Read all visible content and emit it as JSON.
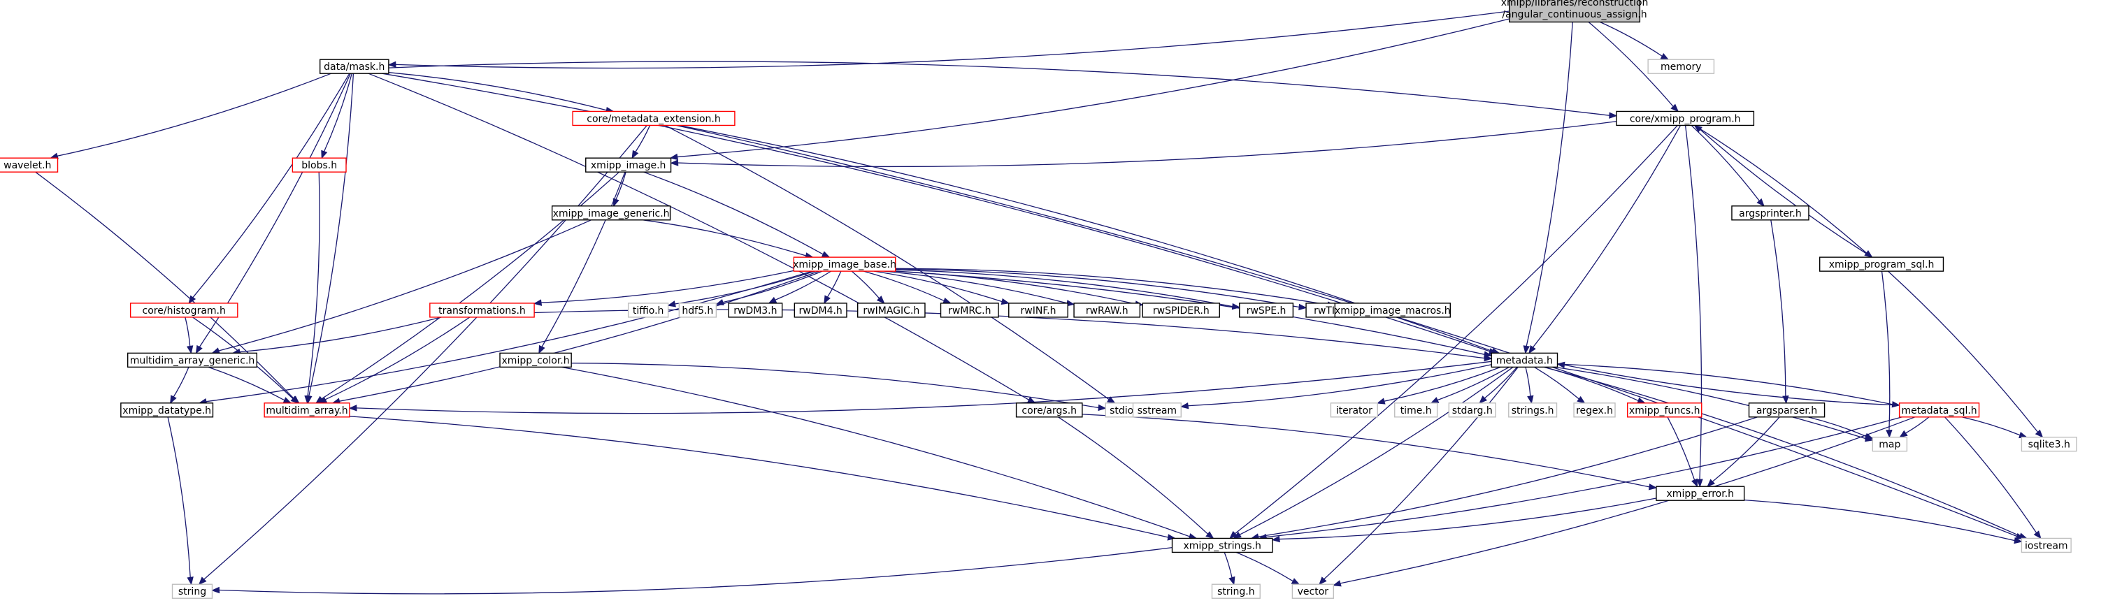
{
  "diagram": {
    "nodes": [
      {
        "id": "root",
        "lines": [
          "xmipp/libraries/reconstruction",
          "/angular_continuous_assign.h"
        ],
        "style": "root"
      },
      {
        "id": "mask",
        "lines": [
          "data/mask.h"
        ],
        "style": "normal"
      },
      {
        "id": "memory",
        "lines": [
          "memory"
        ],
        "style": "gray"
      },
      {
        "id": "metaext",
        "lines": [
          "core/metadata_extension.h"
        ],
        "style": "red"
      },
      {
        "id": "xprog",
        "lines": [
          "core/xmipp_program.h"
        ],
        "style": "normal"
      },
      {
        "id": "wavelet",
        "lines": [
          "wavelet.h"
        ],
        "style": "red"
      },
      {
        "id": "blobs",
        "lines": [
          "blobs.h"
        ],
        "style": "red"
      },
      {
        "id": "ximage",
        "lines": [
          "xmipp_image.h"
        ],
        "style": "normal"
      },
      {
        "id": "ximggen",
        "lines": [
          "xmipp_image_generic.h"
        ],
        "style": "normal"
      },
      {
        "id": "argsprinter",
        "lines": [
          "argsprinter.h"
        ],
        "style": "normal"
      },
      {
        "id": "xprogsql",
        "lines": [
          "xmipp_program_sql.h"
        ],
        "style": "normal"
      },
      {
        "id": "histogram",
        "lines": [
          "core/histogram.h"
        ],
        "style": "red"
      },
      {
        "id": "imgbase",
        "lines": [
          "xmipp_image_base.h"
        ],
        "style": "red"
      },
      {
        "id": "transformations",
        "lines": [
          "transformations.h"
        ],
        "style": "red"
      },
      {
        "id": "tiffio",
        "lines": [
          "tiffio.h"
        ],
        "style": "gray"
      },
      {
        "id": "hdf5",
        "lines": [
          "hdf5.h"
        ],
        "style": "gray"
      },
      {
        "id": "rwdm3",
        "lines": [
          "rwDM3.h"
        ],
        "style": "normal"
      },
      {
        "id": "rwdm4",
        "lines": [
          "rwDM4.h"
        ],
        "style": "normal"
      },
      {
        "id": "rwimagic",
        "lines": [
          "rwIMAGIC.h"
        ],
        "style": "normal"
      },
      {
        "id": "rwmrc",
        "lines": [
          "rwMRC.h"
        ],
        "style": "normal"
      },
      {
        "id": "rwinf",
        "lines": [
          "rwINF.h"
        ],
        "style": "normal"
      },
      {
        "id": "rwraw",
        "lines": [
          "rwRAW.h"
        ],
        "style": "normal"
      },
      {
        "id": "rwspider",
        "lines": [
          "rwSPIDER.h"
        ],
        "style": "normal"
      },
      {
        "id": "rwspe",
        "lines": [
          "rwSPE.h"
        ],
        "style": "normal"
      },
      {
        "id": "rwtia",
        "lines": [
          "rwTIA.h"
        ],
        "style": "normal"
      },
      {
        "id": "macros",
        "lines": [
          "xmipp_image_macros.h"
        ],
        "style": "normal"
      },
      {
        "id": "mag",
        "lines": [
          "multidim_array_generic.h"
        ],
        "style": "normal"
      },
      {
        "id": "color",
        "lines": [
          "xmipp_color.h"
        ],
        "style": "normal"
      },
      {
        "id": "metadata",
        "lines": [
          "metadata.h"
        ],
        "style": "normal"
      },
      {
        "id": "datatype",
        "lines": [
          "xmipp_datatype.h"
        ],
        "style": "normal"
      },
      {
        "id": "mda",
        "lines": [
          "multidim_array.h"
        ],
        "style": "red"
      },
      {
        "id": "coreargs",
        "lines": [
          "core/args.h"
        ],
        "style": "normal"
      },
      {
        "id": "stdio",
        "lines": [
          "stdio.h"
        ],
        "style": "gray"
      },
      {
        "id": "sstream",
        "lines": [
          "sstream"
        ],
        "style": "gray"
      },
      {
        "id": "iterator",
        "lines": [
          "iterator"
        ],
        "style": "gray"
      },
      {
        "id": "timeh",
        "lines": [
          "time.h"
        ],
        "style": "gray"
      },
      {
        "id": "stdarg",
        "lines": [
          "stdarg.h"
        ],
        "style": "gray"
      },
      {
        "id": "strings",
        "lines": [
          "strings.h"
        ],
        "style": "gray"
      },
      {
        "id": "regex",
        "lines": [
          "regex.h"
        ],
        "style": "gray"
      },
      {
        "id": "funcs",
        "lines": [
          "xmipp_funcs.h"
        ],
        "style": "red"
      },
      {
        "id": "argsparser",
        "lines": [
          "argsparser.h"
        ],
        "style": "normal"
      },
      {
        "id": "mdsql",
        "lines": [
          "metadata_sql.h"
        ],
        "style": "red"
      },
      {
        "id": "sqlite",
        "lines": [
          "sqlite3.h"
        ],
        "style": "gray"
      },
      {
        "id": "xerror",
        "lines": [
          "xmipp_error.h"
        ],
        "style": "normal"
      },
      {
        "id": "map",
        "lines": [
          "map"
        ],
        "style": "gray"
      },
      {
        "id": "iostream",
        "lines": [
          "iostream"
        ],
        "style": "gray"
      },
      {
        "id": "xstrings",
        "lines": [
          "xmipp_strings.h"
        ],
        "style": "normal"
      },
      {
        "id": "stringh",
        "lines": [
          "string.h"
        ],
        "style": "gray"
      },
      {
        "id": "vector",
        "lines": [
          "vector"
        ],
        "style": "gray"
      },
      {
        "id": "string",
        "lines": [
          "string"
        ],
        "style": "gray"
      }
    ],
    "edges": [
      [
        "root",
        "mask"
      ],
      [
        "root",
        "memory"
      ],
      [
        "root",
        "xprog"
      ],
      [
        "root",
        "ximage"
      ],
      [
        "root",
        "metadata"
      ],
      [
        "mask",
        "metaext"
      ],
      [
        "mask",
        "xprog"
      ],
      [
        "mask",
        "wavelet"
      ],
      [
        "mask",
        "blobs"
      ],
      [
        "mask",
        "histogram"
      ],
      [
        "mask",
        "mag"
      ],
      [
        "mask",
        "mda"
      ],
      [
        "mask",
        "coreargs"
      ],
      [
        "mask",
        "metadata"
      ],
      [
        "metaext",
        "ximage"
      ],
      [
        "metaext",
        "metadata"
      ],
      [
        "metaext",
        "string"
      ],
      [
        "metaext",
        "stdio"
      ],
      [
        "metaext",
        "iostream"
      ],
      [
        "xprog",
        "ximage"
      ],
      [
        "xprog",
        "argsprinter"
      ],
      [
        "xprog",
        "xprogsql"
      ],
      [
        "xprog",
        "metadata"
      ],
      [
        "xprog",
        "xstrings"
      ],
      [
        "xprog",
        "xerror"
      ],
      [
        "xprogsql",
        "xprog"
      ],
      [
        "xprogsql",
        "map"
      ],
      [
        "xprogsql",
        "sqlite"
      ],
      [
        "wavelet",
        "mda"
      ],
      [
        "blobs",
        "mda"
      ],
      [
        "ximage",
        "ximggen"
      ],
      [
        "ximage",
        "imgbase"
      ],
      [
        "ximage",
        "color"
      ],
      [
        "ximage",
        "mda"
      ],
      [
        "ximggen",
        "imgbase"
      ],
      [
        "ximggen",
        "mag"
      ],
      [
        "argsprinter",
        "argsparser"
      ],
      [
        "histogram",
        "mag"
      ],
      [
        "histogram",
        "mda"
      ],
      [
        "imgbase",
        "transformations"
      ],
      [
        "imgbase",
        "tiffio"
      ],
      [
        "imgbase",
        "hdf5"
      ],
      [
        "imgbase",
        "rwdm3"
      ],
      [
        "imgbase",
        "rwdm4"
      ],
      [
        "imgbase",
        "rwimagic"
      ],
      [
        "imgbase",
        "rwmrc"
      ],
      [
        "imgbase",
        "rwinf"
      ],
      [
        "imgbase",
        "rwraw"
      ],
      [
        "imgbase",
        "rwspider"
      ],
      [
        "imgbase",
        "rwspe"
      ],
      [
        "imgbase",
        "rwtia"
      ],
      [
        "imgbase",
        "macros"
      ],
      [
        "imgbase",
        "metadata"
      ],
      [
        "imgbase",
        "mda"
      ],
      [
        "imgbase",
        "datatype"
      ],
      [
        "transformations",
        "mag"
      ],
      [
        "transformations",
        "mda"
      ],
      [
        "transformations",
        "metadata"
      ],
      [
        "mag",
        "mda"
      ],
      [
        "mag",
        "datatype"
      ],
      [
        "color",
        "stdio"
      ],
      [
        "color",
        "xstrings"
      ],
      [
        "metadata",
        "sstream"
      ],
      [
        "metadata",
        "iterator"
      ],
      [
        "metadata",
        "timeh"
      ],
      [
        "metadata",
        "stdarg"
      ],
      [
        "metadata",
        "strings"
      ],
      [
        "metadata",
        "regex"
      ],
      [
        "metadata",
        "funcs"
      ],
      [
        "metadata",
        "mdsql"
      ],
      [
        "metadata",
        "map"
      ],
      [
        "metadata",
        "iostream"
      ],
      [
        "metadata",
        "xstrings"
      ],
      [
        "metadata",
        "vector"
      ],
      [
        "metadata",
        "mda"
      ],
      [
        "datatype",
        "string"
      ],
      [
        "mda",
        "xstrings"
      ],
      [
        "coreargs",
        "xstrings"
      ],
      [
        "coreargs",
        "xerror"
      ],
      [
        "funcs",
        "xerror"
      ],
      [
        "argsparser",
        "xerror"
      ],
      [
        "argsparser",
        "xstrings"
      ],
      [
        "argsparser",
        "map"
      ],
      [
        "mdsql",
        "metadata"
      ],
      [
        "mdsql",
        "map"
      ],
      [
        "mdsql",
        "sqlite"
      ],
      [
        "mdsql",
        "iostream"
      ],
      [
        "mdsql",
        "xstrings"
      ],
      [
        "mdsql",
        "vector"
      ],
      [
        "xerror",
        "xstrings"
      ],
      [
        "xerror",
        "iostream"
      ],
      [
        "xstrings",
        "stringh"
      ],
      [
        "xstrings",
        "vector"
      ],
      [
        "xstrings",
        "string"
      ]
    ]
  }
}
